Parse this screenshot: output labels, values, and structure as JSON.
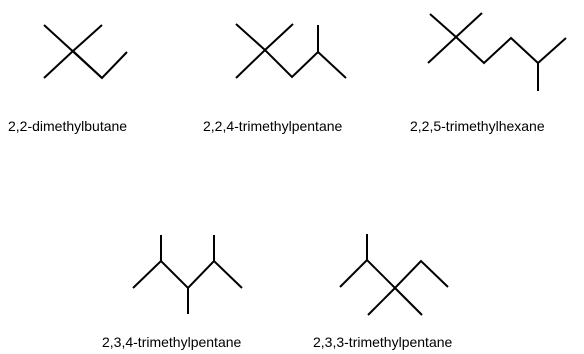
{
  "molecules": [
    {
      "name": "2,2-dimethylbutane"
    },
    {
      "name": "2,2,4-trimethylpentane"
    },
    {
      "name": "2,2,5-trimethylhexane"
    },
    {
      "name": "2,3,4-trimethylpentane"
    },
    {
      "name": "2,3,3-trimethylpentane"
    }
  ],
  "colors": {
    "bond": "#000000",
    "text": "#000000",
    "background": "#ffffff"
  }
}
